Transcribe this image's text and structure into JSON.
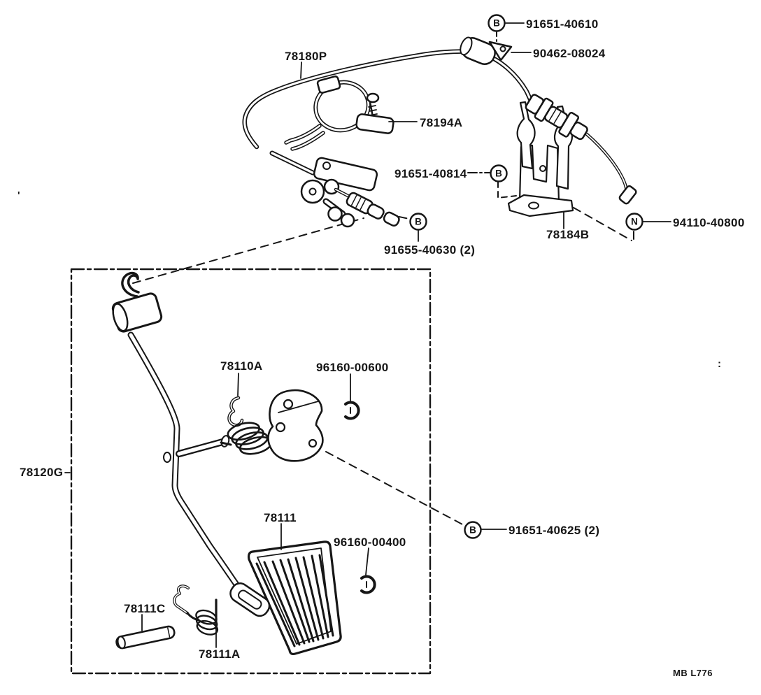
{
  "title": "Accelerator link parts diagram",
  "colors": {
    "ink": "#161616",
    "paper": "#ffffff"
  },
  "parts": {
    "cable": {
      "label": "78180P"
    },
    "cable_clip": {
      "label": "91651-40610",
      "callout": "B"
    },
    "cable_clamp": {
      "label": "90462-08024"
    },
    "link_clamp": {
      "label": "78194A"
    },
    "bracket_bolt": {
      "label": "91651-40814",
      "callout": "B"
    },
    "link_screw": {
      "label": "91655-40630 (2)",
      "callout": "B"
    },
    "cable_bracket": {
      "label": "78184B"
    },
    "bracket_nut": {
      "label": "94110-40800",
      "callout": "N"
    },
    "pedal_link": {
      "label": "78120G"
    },
    "return_spring": {
      "label": "78110A"
    },
    "retainer_clip_upper": {
      "label": "96160-00600"
    },
    "pedal_pad": {
      "label": "78111"
    },
    "retainer_clip_lower": {
      "label": "96160-00400"
    },
    "support_bolt": {
      "label": "91651-40625 (2)",
      "callout": "B"
    },
    "pedal_pin": {
      "label": "78111C"
    },
    "pad_spring": {
      "label": "78111A"
    }
  },
  "footer": {
    "drawing_code": "MB L776"
  },
  "artifacts": {
    "left_mark": "'",
    "right_mark": ":"
  }
}
